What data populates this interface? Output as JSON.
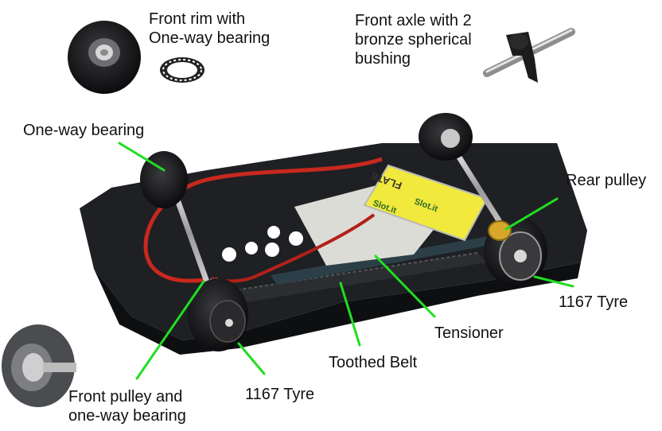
{
  "labels": {
    "front_rim": [
      "Front rim with",
      "One-way bearing"
    ],
    "front_axle": [
      "Front axle with 2",
      "bronze spherical",
      "bushing"
    ],
    "one_way_bearing": "One-way bearing",
    "rear_pulley": "Rear pulley",
    "tyre_right": "1167 Tyre",
    "tensioner": "Tensioner",
    "toothed_belt": "Toothed Belt",
    "tyre_bottom": "1167 Tyre",
    "front_pulley": [
      "Front pulley and",
      "one-way bearing"
    ]
  },
  "motor_text": [
    "Slot.it",
    "FLAT6",
    "Slot.it"
  ],
  "colors": {
    "leader": "#22dd22",
    "chassis": "#1e2023",
    "motor_can": "#f1ea3c",
    "wire": "#c8281e"
  }
}
